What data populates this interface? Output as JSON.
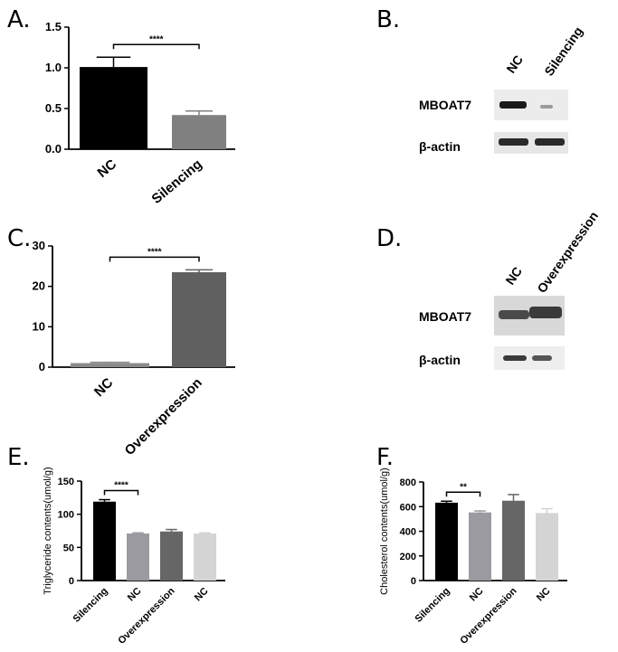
{
  "panels": {
    "A": "A.",
    "B": "B.",
    "C": "C.",
    "D": "D.",
    "E": "E.",
    "F": "F."
  },
  "blot_B": {
    "lanes": [
      "NC",
      "Silencing"
    ],
    "rows": [
      "MBOAT7",
      "β-actin"
    ]
  },
  "blot_D": {
    "lanes": [
      "NC",
      "Overexpression"
    ],
    "rows": [
      "MBOAT7",
      "β-actin"
    ]
  },
  "chart_data": [
    {
      "id": "A",
      "type": "bar",
      "categories": [
        "NC",
        "Silencing"
      ],
      "values": [
        1.01,
        0.42
      ],
      "errors": [
        0.12,
        0.05
      ],
      "colors": [
        "#000000",
        "#808080"
      ],
      "ylim": [
        0,
        1.5
      ],
      "yticks": [
        "0.0",
        "0.5",
        "1.0",
        "1.5"
      ],
      "ytick_values": [
        0,
        0.5,
        1.0,
        1.5
      ],
      "ylabel": "",
      "significance": [
        {
          "from": 0,
          "to": 1,
          "label": "****"
        }
      ]
    },
    {
      "id": "C",
      "type": "bar",
      "categories": [
        "NC",
        "Overexpression"
      ],
      "values": [
        1.0,
        23.5
      ],
      "errors": [
        0.2,
        0.6
      ],
      "colors": [
        "#8a8a8a",
        "#606060"
      ],
      "ylim": [
        0,
        30
      ],
      "yticks": [
        "0",
        "10",
        "20",
        "30"
      ],
      "ytick_values": [
        0,
        10,
        20,
        30
      ],
      "ylabel": "",
      "significance": [
        {
          "from": 0,
          "to": 1,
          "label": "****"
        }
      ]
    },
    {
      "id": "E",
      "type": "bar",
      "categories": [
        "Silencing",
        "NC",
        "Overexpression",
        "NC"
      ],
      "values": [
        119,
        71,
        74,
        71
      ],
      "errors": [
        3,
        1,
        3,
        1
      ],
      "colors": [
        "#000000",
        "#9a9aa0",
        "#666666",
        "#d4d4d4"
      ],
      "ylim": [
        0,
        150
      ],
      "yticks": [
        "0",
        "50",
        "100",
        "150"
      ],
      "ytick_values": [
        0,
        50,
        100,
        150
      ],
      "ylabel": "Triglyceride contents(umol/g)",
      "significance": [
        {
          "from": 0,
          "to": 1,
          "label": "****"
        }
      ]
    },
    {
      "id": "F",
      "type": "bar",
      "categories": [
        "Silencing",
        "NC",
        "Overexpression",
        "NC"
      ],
      "values": [
        632,
        553,
        648,
        548
      ],
      "errors": [
        12,
        12,
        50,
        35
      ],
      "colors": [
        "#000000",
        "#9a9aa0",
        "#666666",
        "#d4d4d4"
      ],
      "ylim": [
        0,
        800
      ],
      "yticks": [
        "0",
        "200",
        "400",
        "600",
        "800"
      ],
      "ytick_values": [
        0,
        200,
        400,
        600,
        800
      ],
      "ylabel": "Cholesterol contents(umol/g)",
      "significance": [
        {
          "from": 0,
          "to": 1,
          "label": "**"
        }
      ]
    }
  ]
}
